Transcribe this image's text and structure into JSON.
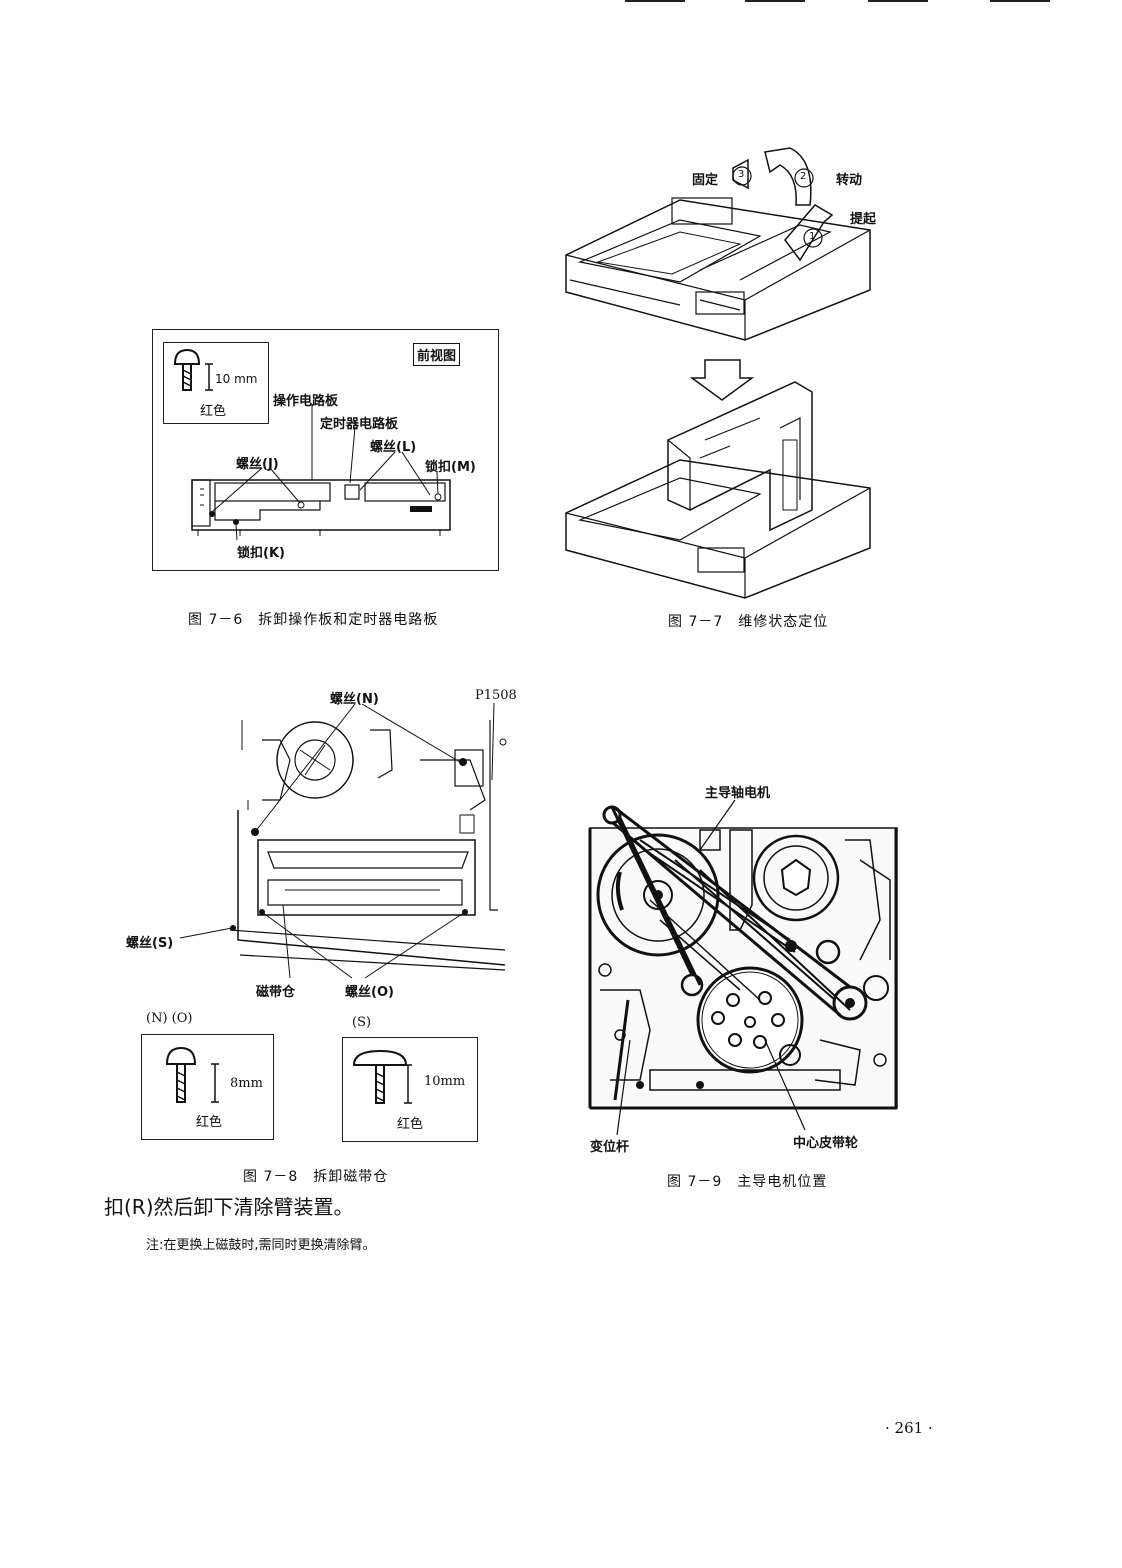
{
  "fig6": {
    "caption": "图 7－6　拆卸操作板和定时器电路板",
    "front_view": "前视图",
    "screw_size": "10 mm",
    "screw_color": "红色",
    "labels": {
      "operation_board": "操作电路板",
      "timer_board": "定时器电路板",
      "screw_l": "螺丝(L)",
      "screw_j": "螺丝(J)",
      "latch_m": "锁扣(M)",
      "latch_k": "锁扣(K)"
    }
  },
  "fig7": {
    "caption": "图 7－7　维修状态定位",
    "labels": {
      "fix": "固定",
      "rotate": "转动",
      "lift": "提起",
      "step1": "1",
      "step2": "2",
      "step3": "3"
    }
  },
  "fig8": {
    "caption": "图 7－8　拆卸磁带仓",
    "labels": {
      "screw_n": "螺丝(N)",
      "p1508": "P1508",
      "screw_s": "螺丝(S)",
      "cassette": "磁带仓",
      "screw_o": "螺丝(O)",
      "no_header": "(N) (O)",
      "s_header": "(S)",
      "size_8": "8mm",
      "size_10": "10mm",
      "color_a": "红色",
      "color_b": "红色"
    }
  },
  "fig9": {
    "caption": "图 7－9　主导电机位置",
    "labels": {
      "motor": "主导轴电机",
      "shift_lever": "变位杆",
      "belt_wheel": "中心皮带轮"
    }
  },
  "body": {
    "para": "扣(R)然后卸下清除臂装置。",
    "note": "注:在更换上磁鼓时,需同时更换清除臂。"
  },
  "page_number": "· 261 ·"
}
